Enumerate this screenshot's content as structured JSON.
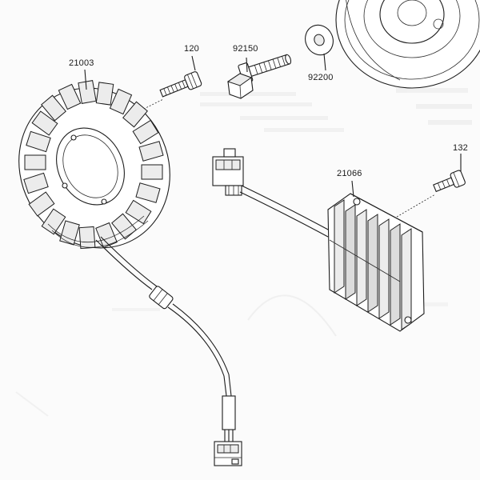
{
  "diagram": {
    "parts": [
      {
        "number": "21003"
      },
      {
        "number": "120"
      },
      {
        "number": "92150"
      },
      {
        "number": "92200"
      },
      {
        "number": "21066"
      },
      {
        "number": "132"
      }
    ]
  },
  "colors": {
    "line": "#1d1d1d",
    "background": "#fbfbfb",
    "shade": "#dcdcdc"
  }
}
